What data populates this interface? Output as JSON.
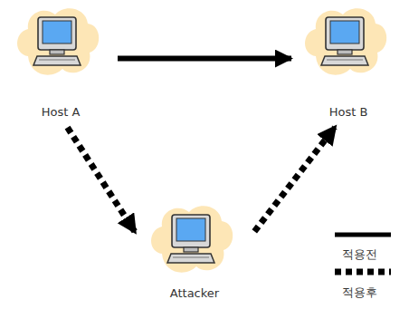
{
  "diagram": {
    "nodes": [
      {
        "text": [
          "Host A"
        ]
      },
      {
        "text": [
          "Host B"
        ]
      },
      {
        "text": [
          "Attacker"
        ]
      }
    ],
    "edges": [
      {
        "from": 0,
        "to": 1,
        "arrow": "to"
      },
      {
        "from": 0,
        "to": 2,
        "arrow": "to"
      },
      {
        "from": 2,
        "to": 1,
        "arrow": "to"
      }
    ],
    "legend": [
      {
        "text": "적용전"
      },
      {
        "text": "적용후"
      }
    ]
  }
}
